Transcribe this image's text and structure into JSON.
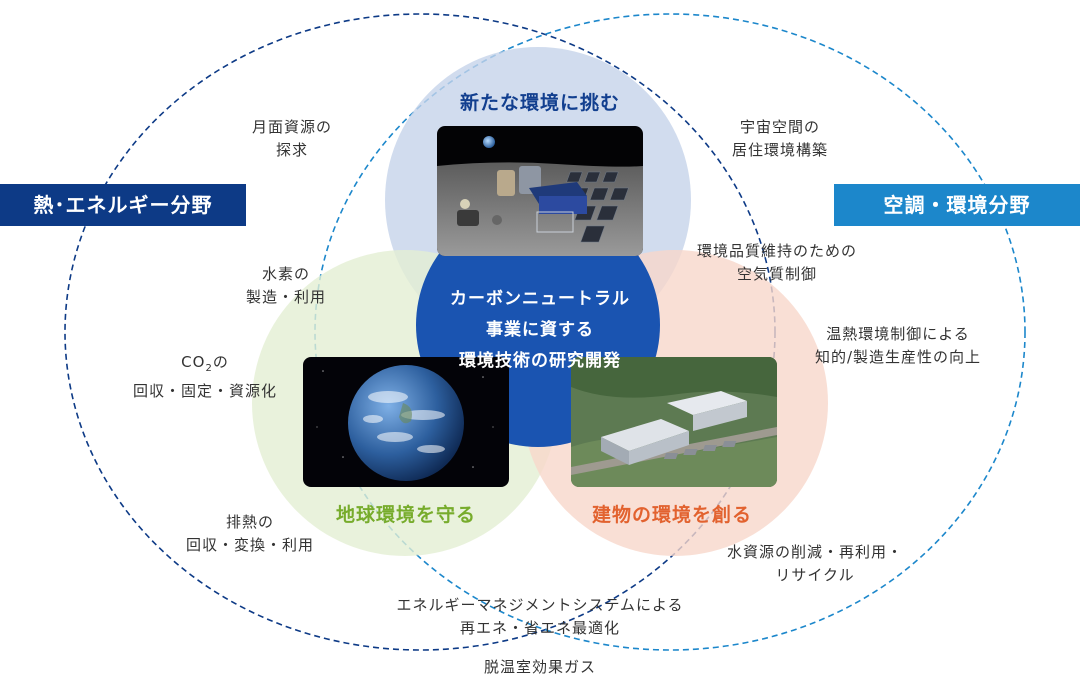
{
  "colors": {
    "navy": "#0d3a86",
    "sky": "#1c87cb",
    "circle_top": "#c5d3ea",
    "circle_left": "#e3efd3",
    "circle_right": "#f8d7cb",
    "center": "#1a54b1",
    "green_title": "#77ac2c",
    "orange_title": "#e2622f",
    "blue_title": "#123f8f"
  },
  "fields": {
    "left": "熱･エネルギー分野",
    "right": "空調・環境分野"
  },
  "circles": {
    "top_title": "新たな環境に挑む",
    "left_title": "地球環境を守る",
    "right_title": "建物の環境を創る"
  },
  "center": {
    "lines": [
      "カーボンニュートラル",
      "事業に資する",
      "環境技術の研究開発"
    ]
  },
  "topics": {
    "lunar": [
      "月面資源の",
      "探求"
    ],
    "space": [
      "宇宙空間の",
      "居住環境構築"
    ],
    "hydrogen": [
      "水素の",
      "製造・利用"
    ],
    "co2_prefix": "CO",
    "co2_sub": "2",
    "co2_suffix": "の",
    "co2_line2": "回収・固定・資源化",
    "heat": [
      "排熱の",
      "回収・変換・利用"
    ],
    "air": [
      "環境品質維持のための",
      "空気質制御"
    ],
    "thermal": [
      "温熱環境制御による",
      "知的/製造生産性の向上"
    ],
    "water": [
      "水資源の削減・再利用・",
      "リサイクル"
    ],
    "energy": [
      "エネルギーマネジメントシステムによる",
      "再エネ・省エネ最適化"
    ],
    "ghg": "脱温室効果ガス"
  }
}
